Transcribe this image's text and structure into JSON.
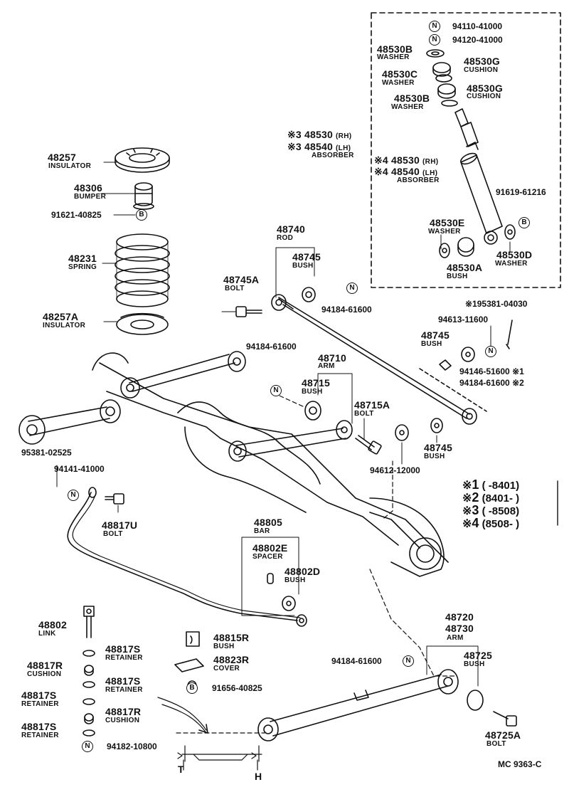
{
  "parts": {
    "p48257": {
      "number": "48257",
      "name": "INSULATOR"
    },
    "p48306": {
      "number": "48306",
      "name": "BUMPER"
    },
    "p91621": {
      "number": "91621-40825",
      "badge": "B"
    },
    "p48231": {
      "number": "48231",
      "name": "SPRING"
    },
    "p48257A": {
      "number": "48257A",
      "name": "INSULATOR"
    },
    "p94110": {
      "number": "94110-41000",
      "badge": "N"
    },
    "p94120": {
      "number": "94120-41000",
      "badge": "N"
    },
    "p48530B_top": {
      "number": "48530B",
      "name": "WASHER"
    },
    "p48530G_top": {
      "number": "48530G",
      "name": "CUSHION"
    },
    "p48530C": {
      "number": "48530C",
      "name": "WASHER"
    },
    "p48530G_mid": {
      "number": "48530G",
      "name": "CUSHION"
    },
    "p48530B_mid": {
      "number": "48530B",
      "name": "WASHER"
    },
    "abs3": {
      "mark": "※3",
      "rh": "48530",
      "rh_tag": "(RH)",
      "lh": "48540",
      "lh_tag": "(LH)",
      "name": "ABSORBER"
    },
    "abs4": {
      "mark": "※4",
      "rh": "48530",
      "rh_tag": "(RH)",
      "lh": "48540",
      "lh_tag": "(LH)",
      "name": "ABSORBER"
    },
    "p91619": {
      "number": "91619-61216",
      "badge": "B"
    },
    "p48530E": {
      "number": "48530E",
      "name": "WASHER"
    },
    "p48530D": {
      "number": "48530D",
      "name": "WASHER"
    },
    "p48530A": {
      "number": "48530A",
      "name": "BUSH"
    },
    "p48740": {
      "number": "48740",
      "name": "ROD"
    },
    "p48745_rod": {
      "number": "48745",
      "name": "BUSH"
    },
    "p48745A": {
      "number": "48745A",
      "name": "BOLT"
    },
    "p94184_a": {
      "number": "94184-61600",
      "badge": "N"
    },
    "p195381": {
      "number": "※195381-04030"
    },
    "p94613": {
      "number": "94613-11600"
    },
    "p48745_r": {
      "number": "48745",
      "name": "BUSH"
    },
    "p94146": {
      "number": "94146-51600",
      "mark": "※1"
    },
    "p94184_b": {
      "number": "94184-61600",
      "mark": "※2"
    },
    "p94184_c": {
      "number": "94184-61600",
      "badge": "N"
    },
    "p48710": {
      "number": "48710",
      "name": "ARM"
    },
    "p48715": {
      "number": "48715",
      "name": "BUSH"
    },
    "p48715A": {
      "number": "48715A",
      "name": "BOLT"
    },
    "p94612": {
      "number": "94612-12000"
    },
    "p48745_low": {
      "number": "48745",
      "name": "BUSH"
    },
    "p95381": {
      "number": "95381-02525"
    },
    "p94141": {
      "number": "94141-41000",
      "badge": "N"
    },
    "p48817U": {
      "number": "48817U",
      "name": "BOLT"
    },
    "p48805": {
      "number": "48805",
      "name": "BAR"
    },
    "p48802E": {
      "number": "48802E",
      "name": "SPACER"
    },
    "p48802D": {
      "number": "48802D",
      "name": "BUSH"
    },
    "p48802": {
      "number": "48802",
      "name": "LINK"
    },
    "p48817S_1": {
      "number": "48817S",
      "name": "RETAINER"
    },
    "p48817R_1": {
      "number": "48817R",
      "name": "CUSHION"
    },
    "p48817S_2": {
      "number": "48817S",
      "name": "RETAINER"
    },
    "p48817S_3": {
      "number": "48817S",
      "name": "RETAINER"
    },
    "p48817R_2": {
      "number": "48817R",
      "name": "CUSHION"
    },
    "p48817S_4": {
      "number": "48817S",
      "name": "RETAINER"
    },
    "p94182": {
      "number": "94182-10800",
      "badge": "N"
    },
    "p48815R": {
      "number": "48815R",
      "name": "BUSH"
    },
    "p48823R": {
      "number": "48823R",
      "name": "COVER"
    },
    "p91656": {
      "number": "91656-40825",
      "badge": "B"
    },
    "p94184_d": {
      "number": "94184-61600",
      "badge": "N"
    },
    "p48720": {
      "number": "48720",
      "number2": "48730",
      "name": "ARM"
    },
    "p48725": {
      "number": "48725",
      "name": "BUSH"
    },
    "p48725A": {
      "number": "48725A",
      "name": "BOLT"
    }
  },
  "legend": [
    {
      "mark": "※",
      "num": "1",
      "range": "(       -8401)"
    },
    {
      "mark": "※",
      "num": "2",
      "range": "(8401-        )"
    },
    {
      "mark": "※",
      "num": "3",
      "range": "(       -8508)"
    },
    {
      "mark": "※",
      "num": "4",
      "range": "(8508-        )"
    }
  ],
  "dim_labels": {
    "t": "T",
    "h": "H"
  },
  "footer": {
    "code": "MC  9363-C"
  },
  "colors": {
    "ink": "#111111",
    "paper": "#ffffff"
  }
}
